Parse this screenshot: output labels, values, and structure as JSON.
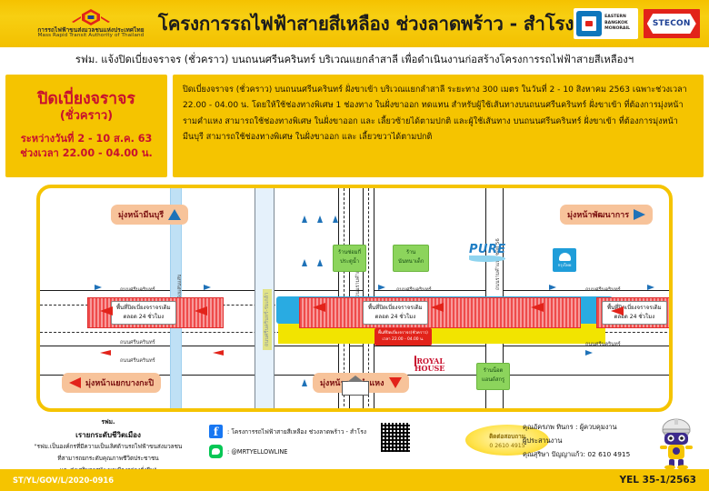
{
  "header": {
    "org_name_th": "การรถไฟฟ้าขนส่งมวลชนแห่งประเทศไทย",
    "org_name_en": "Mass Rapid Transit Authority of Thailand",
    "title": "โครงการรถไฟฟ้าสายสีเหลือง ช่วงลาดพร้าว - สำโรง",
    "logo_ebm_lines": "EASTERN\nBANGKOK\nMONORAIL",
    "logo_stecon": "STECON"
  },
  "subtitle": "รฟม. แจ้งปิดเบี่ยงจราจร (ชั่วคราว) บนถนนศรีนครินทร์ บริเวณแยกลำสาลี เพื่อดำเนินงานก่อสร้างโครงการรถไฟฟ้าสายสีเหลืองฯ",
  "info_left": {
    "line1": "ปิดเบี่ยงจราจร",
    "line2": "(ชั่วคราว)",
    "line3": "ระหว่างวันที่ 2 - 10 ส.ค. 63",
    "line4": "ช่วงเวลา 22.00 - 04.00 น."
  },
  "info_right": {
    "paragraph": "ปิดเบี่ยงจราจร (ชั่วคราว) บนถนนศรีนครินทร์ ฝั่งขาเข้า บริเวณแยกลำสาลี ระยะทาง 300 เมตร ในวันที่ 2 - 10 สิงหาคม 2563 เฉพาะช่วงเวลา 22.00 - 04.00 น. โดยให้ใช้ช่องทางพิเศษ 1 ช่องทาง ในฝั่งขาออก ทดแทน สำหรับผู้ใช้เส้นทางบนถนนศรีนครินทร์ ฝั่งขาเข้า ที่ต้องการมุ่งหน้ารามคำแหง สามารถใช้ช่องทางพิเศษ ในฝั่งขาออก และ เลี้ยวซ้ายได้ตามปกติ และผู้ใช้เส้นทาง บนถนนศรีนครินทร์ ฝั่งขาเข้า ที่ต้องการมุ่งหน้ามีนบุรี สามารถใช้ช่องทางพิเศษ ในฝั่งขาออก และ เลี้ยวขวาได้ตามปกติ"
  },
  "map": {
    "direction_minburi": "มุ่งหน้ามีนบุรี",
    "direction_phatthanakan": "มุ่งหน้าพัฒนาการ",
    "direction_bangkapi": "มุ่งหน้าแยกบางกะปิ",
    "direction_ramkhamhaeng": "มุ่งหน้ารามคำแหง",
    "road_srinagarindra": "ถนนศรีนครินทร์",
    "road_ramkhamhaeng": "ถนนรามคำแหง",
    "road_vertical_left": "ถนนศรีนครินทร์-ร่มเกล้า",
    "road_vertical_right": "ถนนรามคำแหง ซอย 56",
    "canal_label": "คลองแสนแสบ",
    "closure_existing": "พื้นที่ปิดเบี่ยงจราจรเดิม",
    "closure_existing_sub": "ตลอด 24 ชั่วโมง",
    "closure_temp": "พื้นที่ปิดเบี่ยงจราจร(ชั่วคราว)",
    "closure_temp_sub": "เวลา 22.00 - 04.00 น.",
    "shop_1": "ร้านซ่อมกี่",
    "shop_1_sub": "ประตูน้ำ",
    "shop_2": "ร้าน",
    "shop_2_sub": "นันทนาเด็ก",
    "shop_3": "ร้านน็อต",
    "shop_3_sub": "แอนด์สกรู",
    "poi_pure": "PURE",
    "poi_ktb": "กรุงไทย",
    "poi_royal_1": "ROYAL",
    "poi_royal_2": "HOUSE"
  },
  "footer": {
    "mrta_label": "รฟม.",
    "slogan": "เรายกระดับชีวิตเมือง",
    "vision_1": "\"รฟม.เป็นองค์กรที่มีความเป็นเลิศด้านรถไฟฟ้าขนส่งมวลชน",
    "vision_2": "ที่สามารถยกระดับคุณภาพชีวิตประชาชน",
    "vision_3": "และส่งเสริมการพัฒนาเมืองอย่างยั่งยืน\"",
    "facebook_icon": "f",
    "facebook_text": ": โครงการรถไฟฟ้าสายสีเหลือง ช่วงลาดพร้าว - สำโรง",
    "line_text": ": @MRTYELLOWLINE",
    "contact_badge_title": "ติดต่อสอบถาม",
    "contact_badge_phone": "0 2610 4915",
    "contact_line_1": "คุณอัครภพ ทินกร  : ผู้ควบคุมงาน",
    "contact_line_2": "ผู้ประสานงาน",
    "contact_line_3": "คุณสุริษา ปัญญาแก้ว: 02 610 4915",
    "doc_code": "ST/YL/GOV/L/2020-0916",
    "doc_ref": "YEL 35-1/2563"
  }
}
